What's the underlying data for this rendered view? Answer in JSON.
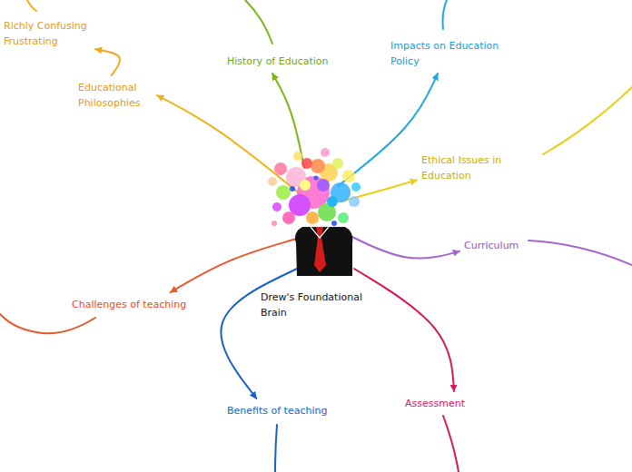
{
  "diagram": {
    "nodes": [
      {
        "text": [
          "Richly Confusing Frustrating"
        ]
      },
      {
        "text": [
          "History of Education"
        ]
      },
      {
        "text": [
          "Impacts on Education Policy"
        ]
      },
      {
        "text": [
          "Educational Philosophies"
        ]
      },
      {
        "text": [
          "Ethical Issues in Education"
        ]
      },
      {
        "text": [
          "Curriculum"
        ]
      },
      {
        "text": [
          "Drew's Foundational Brain"
        ]
      },
      {
        "text": [
          "Challenges of teaching"
        ]
      },
      {
        "text": [
          "Assessment"
        ]
      },
      {
        "text": [
          "Benefits of teaching"
        ]
      }
    ],
    "edges": [
      {
        "from": 6,
        "to": 3,
        "arrow": "to"
      },
      {
        "from": 6,
        "to": 1,
        "arrow": "to"
      },
      {
        "from": 6,
        "to": 2,
        "arrow": "to"
      },
      {
        "from": 6,
        "to": 4,
        "arrow": "to"
      },
      {
        "from": 6,
        "to": 5,
        "arrow": "to"
      },
      {
        "from": 6,
        "to": 8,
        "arrow": "to"
      },
      {
        "from": 6,
        "to": 9,
        "arrow": "to"
      },
      {
        "from": 6,
        "to": 7,
        "arrow": "to"
      },
      {
        "from": 3,
        "to": 0,
        "arrow": "to"
      }
    ]
  }
}
